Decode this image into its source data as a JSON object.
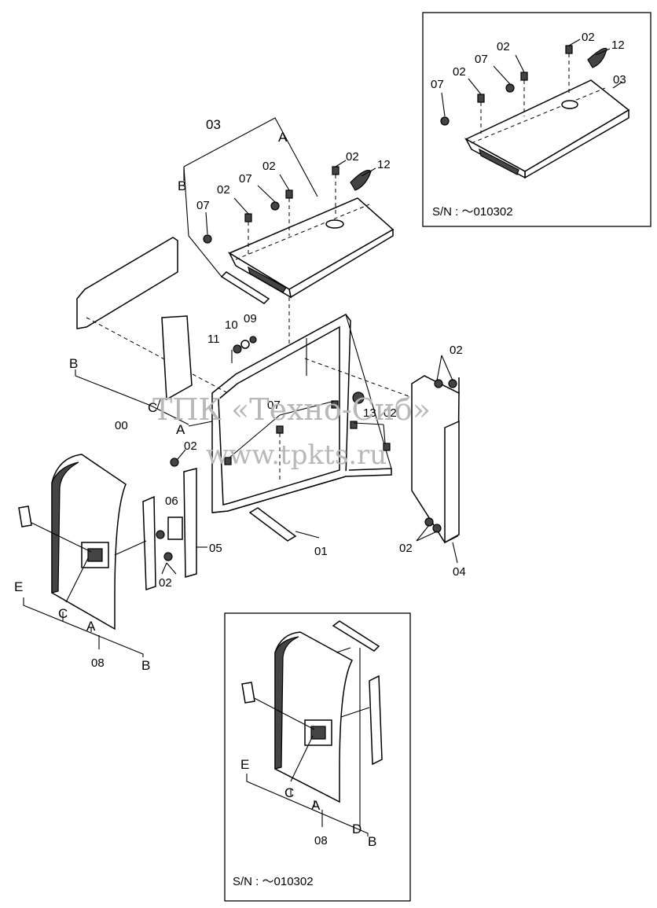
{
  "labels": {
    "main": {
      "p03": "03",
      "pA_top": "A",
      "pB_top": "B",
      "p02_a": "02",
      "p12": "12",
      "p02_b": "02",
      "p07_a": "07",
      "p02_c": "02",
      "p07_b": "07",
      "p11": "11",
      "p10": "10",
      "p09": "09",
      "pB_left": "B",
      "pC_left": "C",
      "p00": "00",
      "pA_left": "A",
      "p07_c": "07",
      "p13": "13",
      "p02_d": "02",
      "p02_e": "02",
      "p02_f": "02",
      "p04": "04",
      "p01": "01",
      "p02_g": "02",
      "p06": "06",
      "p05": "05",
      "p02_h": "02",
      "pE": "E",
      "pC_door": "C",
      "pA_door": "A",
      "p08": "08",
      "pB_door": "B"
    },
    "inset_top": {
      "p02_a": "02",
      "p12": "12",
      "p07_a": "07",
      "p02_b": "02",
      "p03": "03",
      "p07_b": "07",
      "p02_c": "02",
      "sn": "S/N :  ～010302"
    },
    "inset_bottom": {
      "pE": "E",
      "pC": "C",
      "pA": "A",
      "pD": "D",
      "pB": "B",
      "p08": "08",
      "sn": "S/N :  ～010302"
    }
  },
  "watermark": {
    "line1": "ТПК «Техно-Сиб»",
    "line2": "www.tpkts.ru"
  }
}
